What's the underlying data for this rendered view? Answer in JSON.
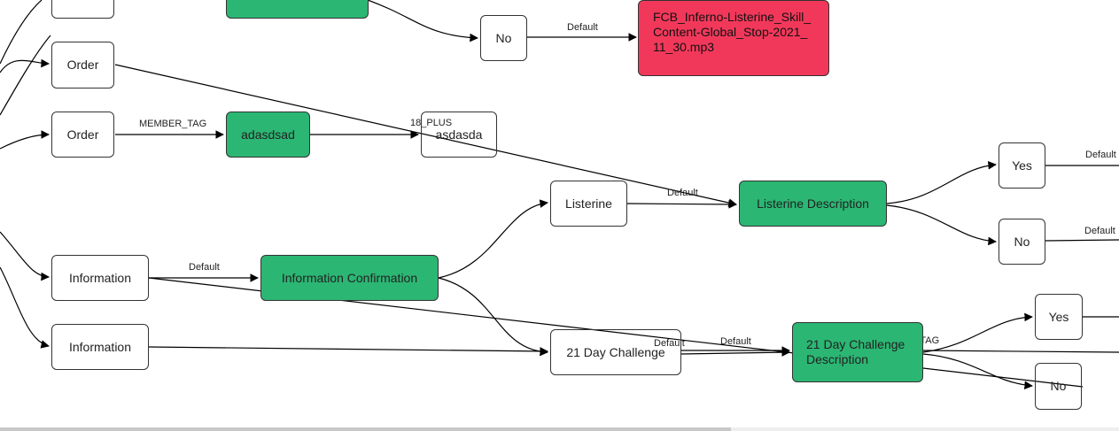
{
  "nodes": {
    "top_partial": "",
    "top_green_partial": "",
    "no_top": "No",
    "fcb_audio": "FCB_Inferno-Listerine_Skill_\nContent-Global_Stop-2021_\n11_30.mp3",
    "order_1": "Order",
    "order_2": "Order",
    "adasdsad": "adasdsad",
    "asdasda": "asdasda",
    "listerine": "Listerine",
    "listerine_description": "Listerine Description",
    "yes_1": "Yes",
    "no_1": "No",
    "information_1": "Information",
    "information_confirmation": "Information Confirmation",
    "information_2": "Information",
    "challenge": "21 Day Challenge",
    "challenge_description": "21 Day Challenge\nDescription",
    "yes_2": "Yes",
    "no_2": "No"
  },
  "edge_labels": {
    "no_to_fcb": "Default",
    "order_member_tag": "MEMBER_TAG",
    "adasdsad_18_plus": "18_PLUS",
    "listerine_default": "Default",
    "yes1_default": "Default",
    "no1_default": "Default",
    "information_default": "Default",
    "challenge_default_1": "Default",
    "challenge_default_2": "Default",
    "challenge_member_tag": "MEMBER_TAG"
  },
  "colors": {
    "action_node": "#2bb673",
    "audio_node": "#f2385a",
    "default_node": "#ffffff"
  }
}
